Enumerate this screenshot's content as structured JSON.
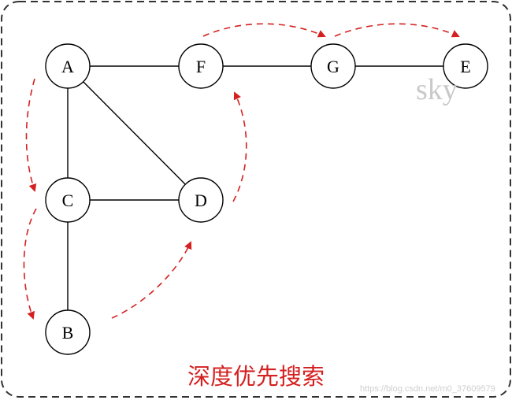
{
  "nodes": [
    {
      "id": "A",
      "label": "A"
    },
    {
      "id": "F",
      "label": "F"
    },
    {
      "id": "G",
      "label": "G"
    },
    {
      "id": "E",
      "label": "E"
    },
    {
      "id": "C",
      "label": "C"
    },
    {
      "id": "D",
      "label": "D"
    },
    {
      "id": "B",
      "label": "B"
    }
  ],
  "edges": [
    [
      "A",
      "F"
    ],
    [
      "F",
      "G"
    ],
    [
      "G",
      "E"
    ],
    [
      "A",
      "C"
    ],
    [
      "A",
      "D"
    ],
    [
      "C",
      "D"
    ],
    [
      "C",
      "B"
    ]
  ],
  "traversal_order": [
    "A",
    "C",
    "B",
    "D",
    "F",
    "G",
    "E"
  ],
  "caption": "深度优先搜索",
  "watermark": "sky",
  "credit": "https://blog.csdn.net/m0_37609579",
  "colors": {
    "frame": "#333333",
    "edge": "#000000",
    "node_fill": "#ffffff",
    "node_stroke": "#000000",
    "traversal_arrow": "#d42020",
    "caption": "#d42020"
  }
}
